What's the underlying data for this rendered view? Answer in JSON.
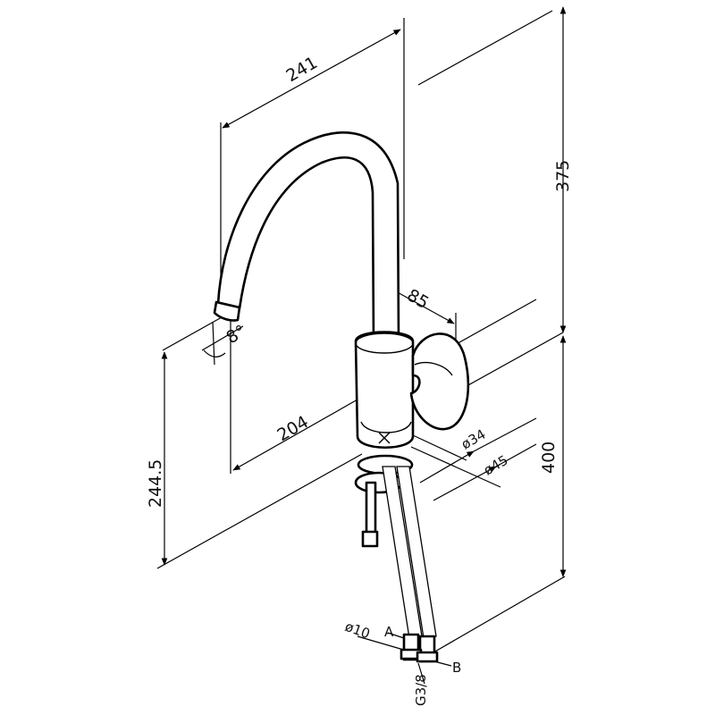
{
  "dimensions": {
    "spout_reach": "241",
    "height_top": "375",
    "handle_offset": "85",
    "spout_angle": "8°",
    "spout_to_base": "204",
    "outlet_height": "244.5",
    "base_diameter_inner": "ø34",
    "base_diameter_outer": "ø45",
    "hose_length": "400",
    "thread_label": "G3/8",
    "hose_diameter": "ø10",
    "hose_a": "A",
    "hose_b": "B"
  }
}
